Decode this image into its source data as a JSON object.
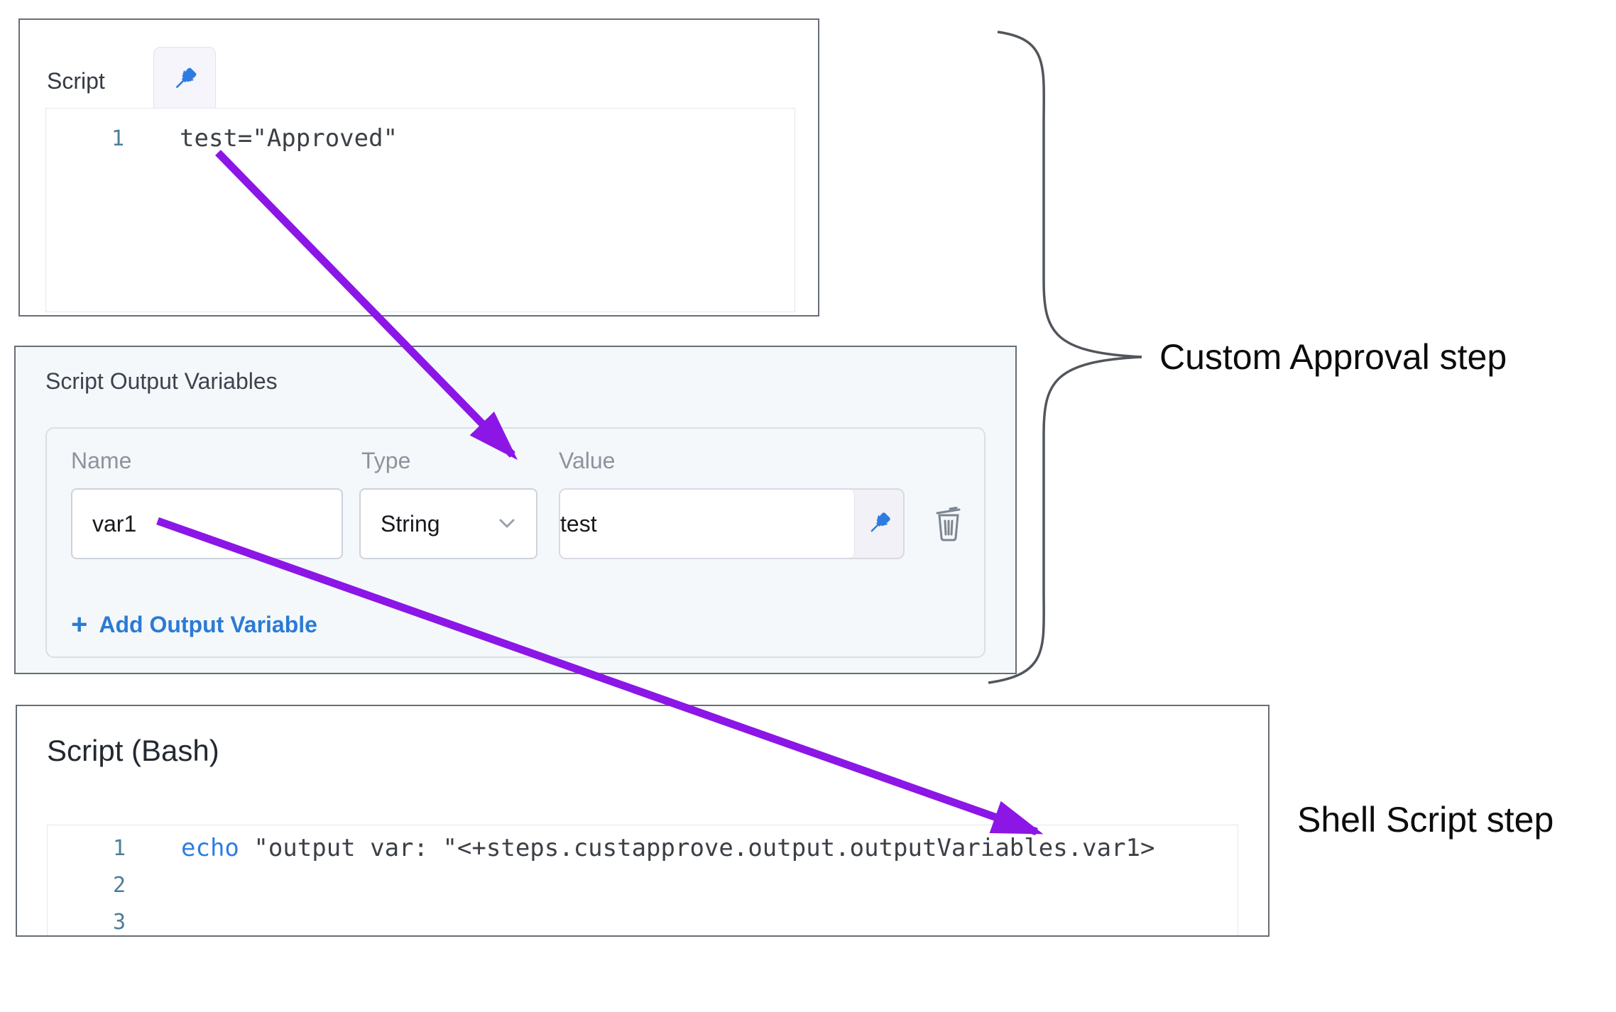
{
  "script_panel": {
    "title": "Script",
    "lines": [
      {
        "num": "1",
        "code": "test=\"Approved\""
      }
    ]
  },
  "output_variables_panel": {
    "title": "Script Output Variables",
    "columns": {
      "name": "Name",
      "type": "Type",
      "value": "Value"
    },
    "rows": [
      {
        "name": "var1",
        "type": "String",
        "value": "test"
      }
    ],
    "add_plus": "+",
    "add_label": "Add Output Variable"
  },
  "bash_panel": {
    "title": "Script (Bash)",
    "lines": [
      {
        "num": "1",
        "keyword": "echo",
        "code": " \"output var: \"<+steps.custapprove.output.outputVariables.var1>"
      },
      {
        "num": "2",
        "keyword": "",
        "code": ""
      },
      {
        "num": "3",
        "keyword": "",
        "code": ""
      }
    ]
  },
  "annotations": {
    "custom_approval": "Custom Approval step",
    "shell_script": "Shell Script step"
  },
  "icons": {
    "pin": "pushpin-icon",
    "trash": "trash-icon",
    "chevron": "chevron-down-icon",
    "plus": "plus-icon"
  },
  "colors": {
    "arrow_purple": "#8c16e6",
    "pin_blue": "#2f7ce0",
    "link_blue": "#2b7ad6",
    "keyword_blue": "#2e7de4",
    "line_number_teal": "#4e7d99",
    "panel_border": "#686e75",
    "tinted_panel_bg": "#f4f8fa",
    "brace_gray": "#51565c"
  }
}
